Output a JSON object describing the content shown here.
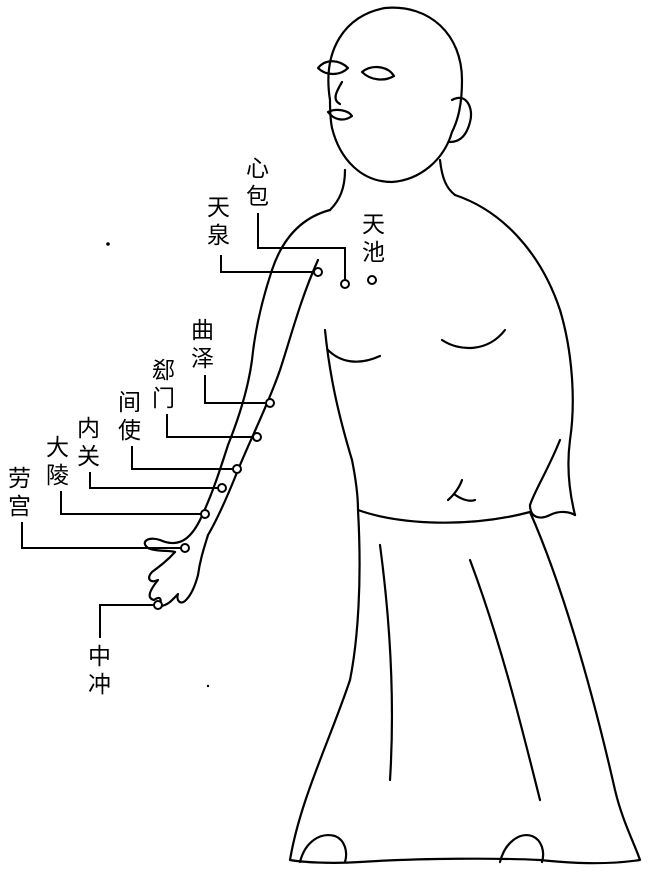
{
  "acupoints": [
    {
      "key": "tianquan",
      "lines": [
        "天",
        "泉"
      ]
    },
    {
      "key": "xinbao",
      "lines": [
        "心",
        "包"
      ]
    },
    {
      "key": "tianchi",
      "lines": [
        "天",
        "池"
      ]
    },
    {
      "key": "quze",
      "lines": [
        "曲",
        "泽"
      ]
    },
    {
      "key": "ximen",
      "lines": [
        "郄",
        "门"
      ]
    },
    {
      "key": "jianshi",
      "lines": [
        "间",
        "使"
      ]
    },
    {
      "key": "neiguan",
      "lines": [
        "内",
        "关"
      ]
    },
    {
      "key": "daling",
      "lines": [
        "大",
        "陵"
      ]
    },
    {
      "key": "laogong",
      "lines": [
        "劳",
        "宫"
      ]
    },
    {
      "key": "zhongchong",
      "lines": [
        "中",
        "冲"
      ]
    }
  ]
}
